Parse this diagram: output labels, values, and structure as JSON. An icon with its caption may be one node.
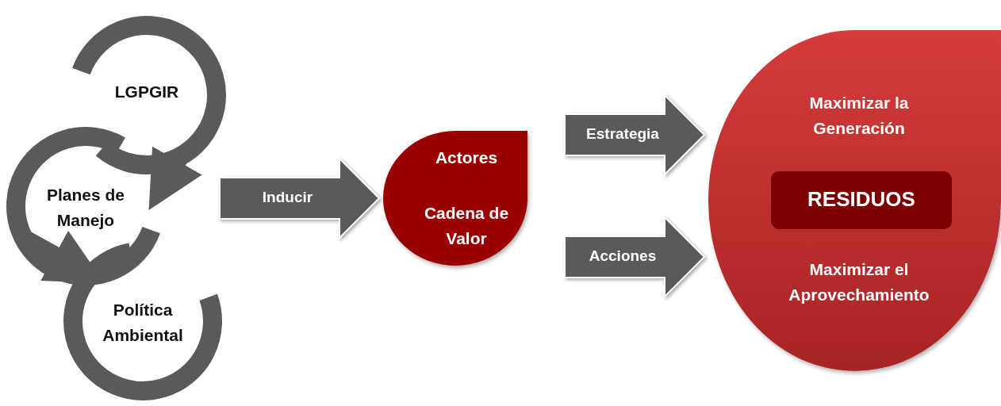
{
  "diagram": {
    "nodes": [
      {
        "text": [
          "LGPGIR"
        ]
      },
      {
        "text": [
          "Planes de Manejo"
        ]
      },
      {
        "text": [
          "Política Ambiental"
        ]
      },
      {
        "text": [
          "Actores",
          "Cadena de Valor"
        ]
      },
      {
        "text": [
          "Maximizar la Generación",
          "Maximizar el Aprovechamiento"
        ]
      },
      {
        "text": [
          "RESIDUOS"
        ],
        "in": 4
      }
    ],
    "edges": [
      {
        "from": 0,
        "to": 1,
        "arrow": "to"
      },
      {
        "from": 1,
        "to": 2,
        "arrow": "to"
      },
      {
        "from": null,
        "to": 3,
        "arrow": "to",
        "label": "Inducir",
        "style": "thick"
      },
      {
        "from": 3,
        "to": 4,
        "arrow": "to",
        "label": "Estrategia",
        "style": "thick"
      },
      {
        "from": 3,
        "to": 4,
        "arrow": "to",
        "label": "Acciones",
        "style": "thick"
      }
    ]
  }
}
